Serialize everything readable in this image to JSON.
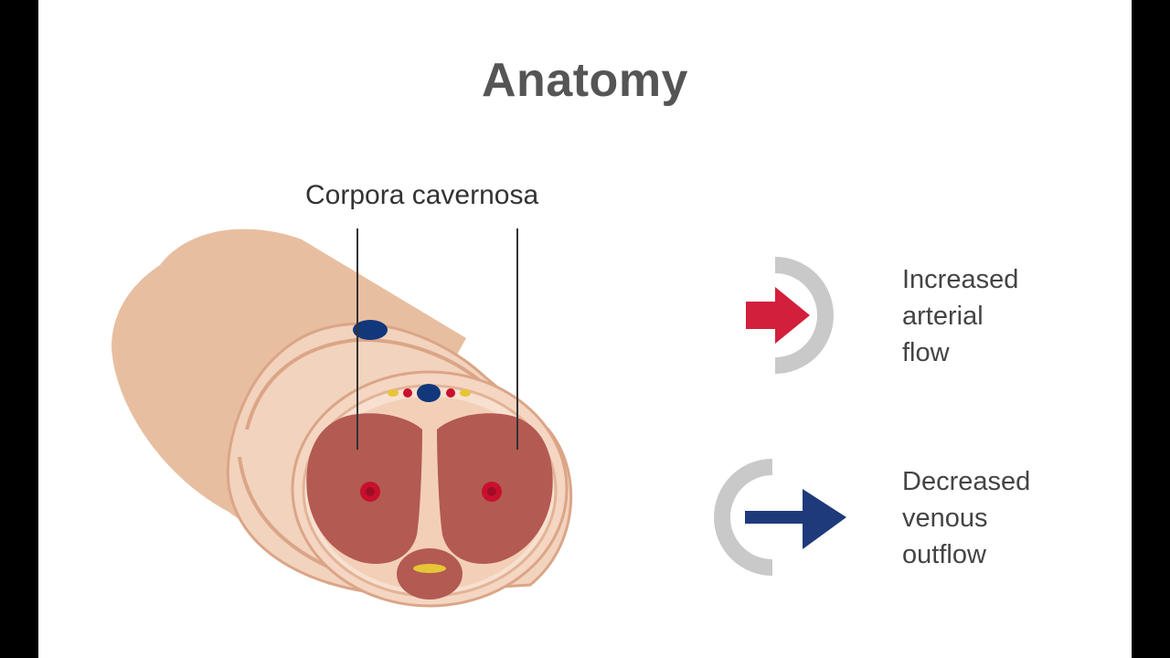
{
  "title": "Anatomy",
  "callout_label": "Corpora cavernosa",
  "legend": {
    "arterial": {
      "lines": [
        "Increased",
        "arterial",
        "flow"
      ],
      "arrow_color": "#d21f3c"
    },
    "venous": {
      "lines": [
        "Decreased",
        "venous",
        "outflow"
      ],
      "arrow_color": "#1f3a7a"
    }
  },
  "colors": {
    "skin": "#e8bea0",
    "tissue": "#b35a52",
    "artery": "#c8102e",
    "vein": "#12377a",
    "nerve": "#e6c636",
    "bracket": "#c9c9c9"
  }
}
